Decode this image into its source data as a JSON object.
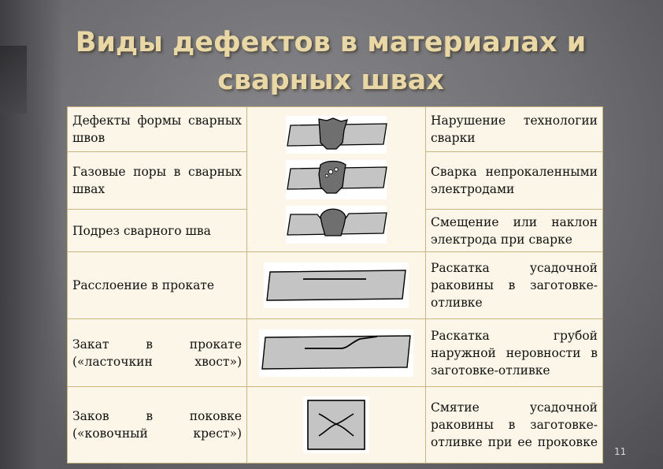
{
  "slide": {
    "title_line1": "Виды дефектов в материалах и",
    "title_line2": "сварных швах",
    "page_number": "11"
  },
  "rows": [
    {
      "defect": "Дефекты формы сварных швов",
      "figure": "weld-irregular-shape-icon",
      "cause": "Нарушение технологии сварки"
    },
    {
      "defect": "Газовые поры в сварных швах",
      "figure": "weld-gas-pores-icon",
      "cause": "Сварка непрокаленными электродами"
    },
    {
      "defect": "Подрез сварного шва",
      "figure": "weld-undercut-icon",
      "cause": "Смещение или наклон электрода при сварке"
    },
    {
      "defect": "Расслоение в прокате",
      "figure": "rolled-lamination-icon",
      "cause": "Раскатка усадочной раковины в заготовке-отливке"
    },
    {
      "defect": "Закат в прокате («ласточкин хвост»)",
      "figure": "rolled-lap-icon",
      "cause": "Раскатка грубой наружной неровности в заготовке-отливке"
    },
    {
      "defect": "Заков в поковке («ковочный крест»)",
      "figure": "forging-cross-icon",
      "cause": "Смятие усадочной раковины в заготовке-отливке при ее проковке"
    }
  ]
}
